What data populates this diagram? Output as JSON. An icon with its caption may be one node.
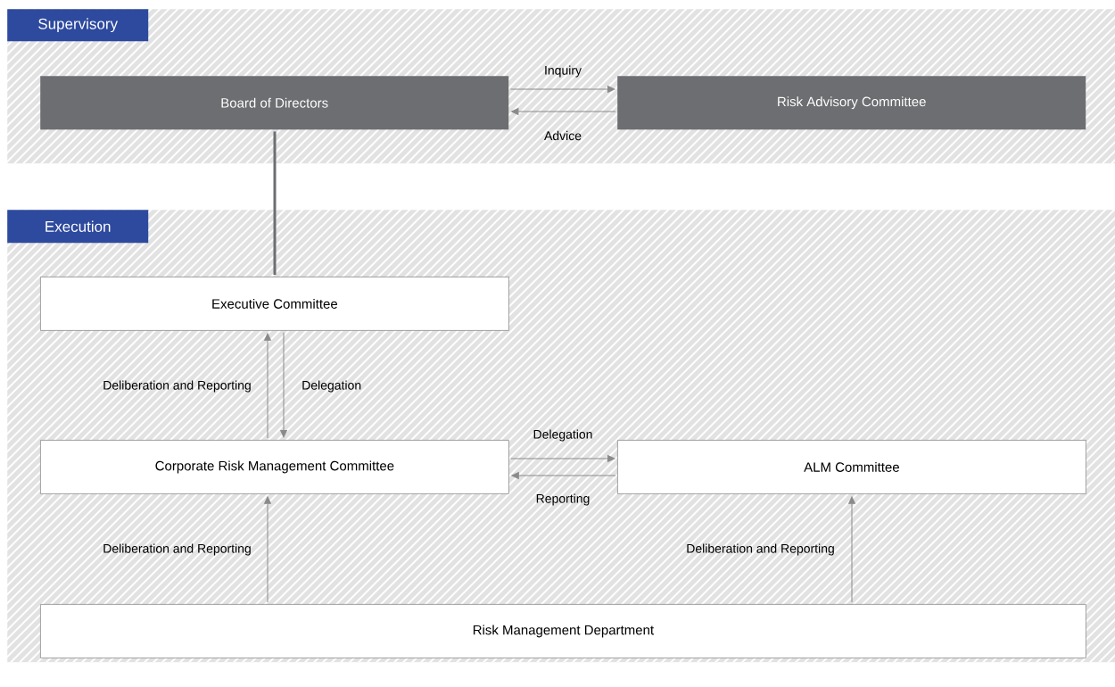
{
  "diagram": {
    "nodes": [
      {
        "text": [
          "Supervisory"
        ]
      },
      {
        "text": [
          "Board of Directors"
        ],
        "in": 0
      },
      {
        "text": [
          "Risk Advisory Committee"
        ],
        "in": 0
      },
      {
        "text": [
          "Execution"
        ]
      },
      {
        "text": [
          "Executive Committee"
        ],
        "in": 3
      },
      {
        "text": [
          "Corporate Risk Management Committee"
        ],
        "in": 3
      },
      {
        "text": [
          "ALM Committee"
        ],
        "in": 3
      },
      {
        "text": [
          "Risk Management Department"
        ],
        "in": 3
      }
    ],
    "edges": [
      {
        "from": 1,
        "to": 2,
        "arrow": "to",
        "label": "Inquiry"
      },
      {
        "from": 2,
        "to": 1,
        "arrow": "to",
        "label": "Advice"
      },
      {
        "from": 1,
        "to": 4,
        "arrow": "none",
        "style": "thick",
        "color": "#6d6e71"
      },
      {
        "from": 5,
        "to": 4,
        "arrow": "to",
        "label": "Deliberation and Reporting"
      },
      {
        "from": 4,
        "to": 5,
        "arrow": "to",
        "label": "Delegation"
      },
      {
        "from": 5,
        "to": 6,
        "arrow": "to",
        "label": "Delegation"
      },
      {
        "from": 6,
        "to": 5,
        "arrow": "to",
        "label": "Reporting"
      },
      {
        "from": 7,
        "to": 5,
        "arrow": "to",
        "label": "Deliberation and Reporting"
      },
      {
        "from": 7,
        "to": 6,
        "arrow": "to",
        "label": "Deliberation and Reporting"
      }
    ]
  }
}
